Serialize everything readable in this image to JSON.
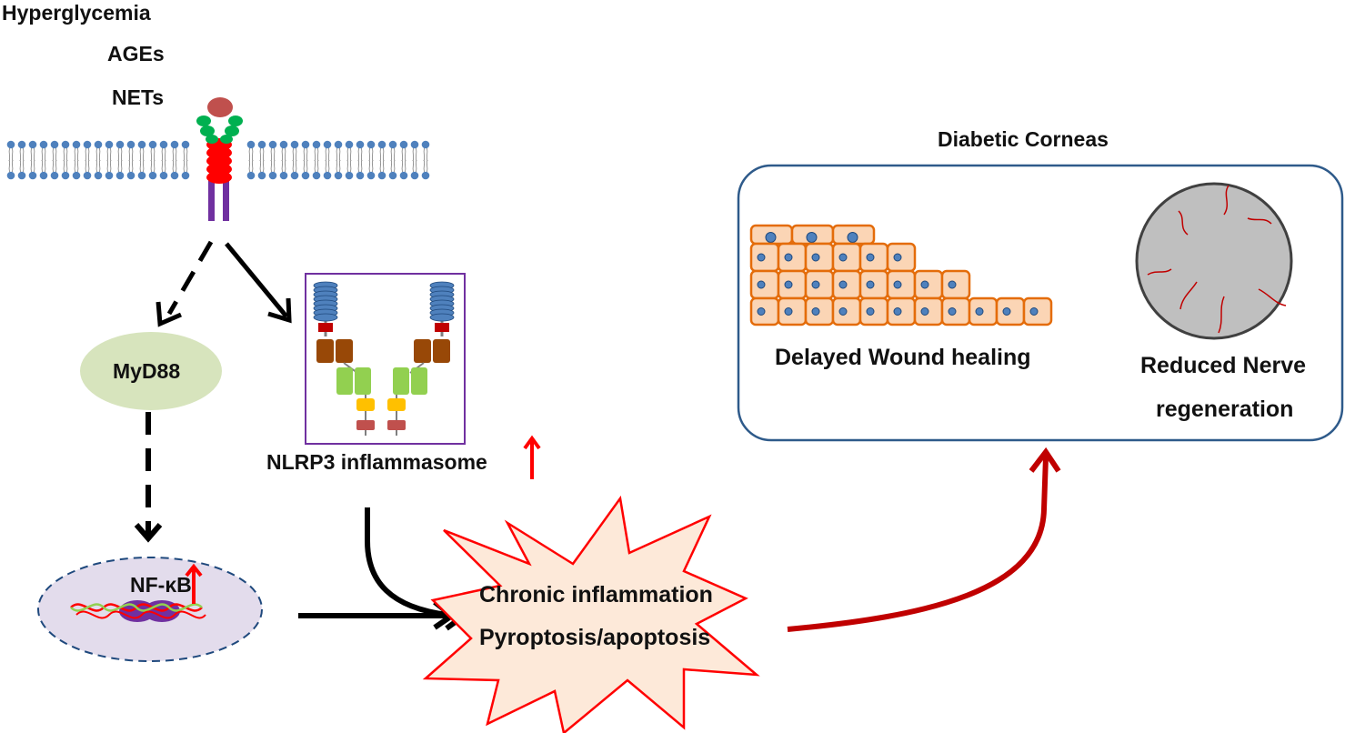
{
  "stimuli": [
    "Hyperglycemia",
    "AGEs",
    "NETs"
  ],
  "myd88": "MyD88",
  "nfkb": "NF-κB",
  "nlrp3": "NLRP3 inflammasome",
  "outcomes": [
    "Chronic inflammation",
    "Pyroptosis/apoptosis"
  ],
  "box_title": "Diabetic Corneas",
  "wound_label": "Delayed Wound healing",
  "nerve_label_1": "Reduced Nerve",
  "nerve_label_2": "regeneration",
  "colors": {
    "receptor_ligand": "#c0504d",
    "receptor_green": "#00b050",
    "receptor_red": "#ff0000",
    "receptor_purple": "#7030a0",
    "membrane_blue": "#4f81bd",
    "myd88_fill": "#d7e4bd",
    "nucleus_fill": "#e3dcec",
    "star_fill": "#fde9d9",
    "star_stroke": "#ff0000",
    "cell_fill": "#fbd5b5",
    "cell_stroke": "#e46c0a",
    "cornea_fill": "#bfbfbf",
    "outcome_arrow": "#c00000",
    "up_arrow": "#ff0000"
  }
}
